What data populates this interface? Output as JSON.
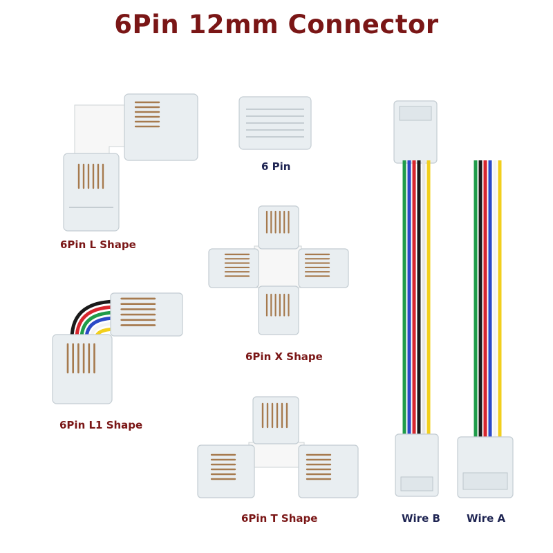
{
  "title": "6Pin 12mm Connector",
  "labels": {
    "l_shape": "6Pin L Shape",
    "six_pin": "6 Pin",
    "x_shape": "6Pin X Shape",
    "l1_shape": "6Pin L1 Shape",
    "t_shape": "6Pin T Shape",
    "wire_b": "Wire B",
    "wire_a": "Wire A"
  },
  "colors": {
    "title": "#7a1616",
    "label_red": "#7a1616",
    "label_navy": "#1e2452",
    "wire_colors": [
      "#1a1a1a",
      "#d7262e",
      "#1f9c4a",
      "#2b49c7",
      "#f4f4f4",
      "#f2cf1c"
    ]
  }
}
